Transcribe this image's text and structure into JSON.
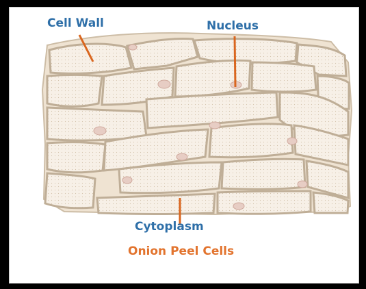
{
  "labels": {
    "cell_wall": "Cell Wall",
    "nucleus": "Nucleus",
    "cytoplasm": "Cytoplasm",
    "caption": "Onion Peel Cells"
  },
  "colors": {
    "label_blue": "#2e6fa8",
    "caption_orange": "#e2732d",
    "pointer_orange": "#d9661f",
    "cell_fill": "#f6efe6",
    "cell_wall_stroke": "#bfae97",
    "nucleus_fill": "#e4c9c0",
    "frame_black": "#000000"
  }
}
